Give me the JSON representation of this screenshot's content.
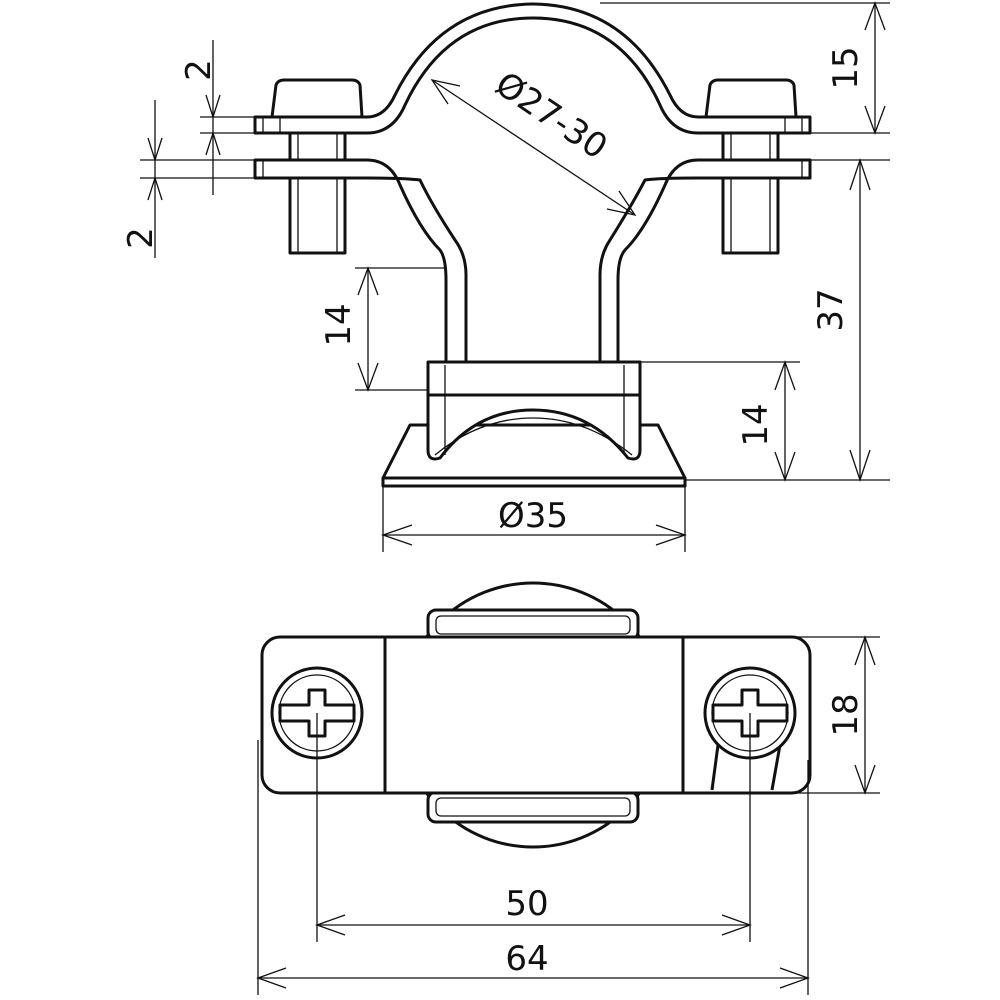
{
  "dimensions": {
    "plate_thickness_top": "2",
    "gap": "2",
    "plate_thickness_bottom": "2",
    "clamp_diameter": "Ø27-30",
    "top_height": "15",
    "overall_height": "37",
    "strap_height": "14",
    "base_height": "14",
    "base_diameter": "Ø35",
    "strip_width": "18",
    "hole_spacing": "50",
    "overall_length": "64"
  }
}
